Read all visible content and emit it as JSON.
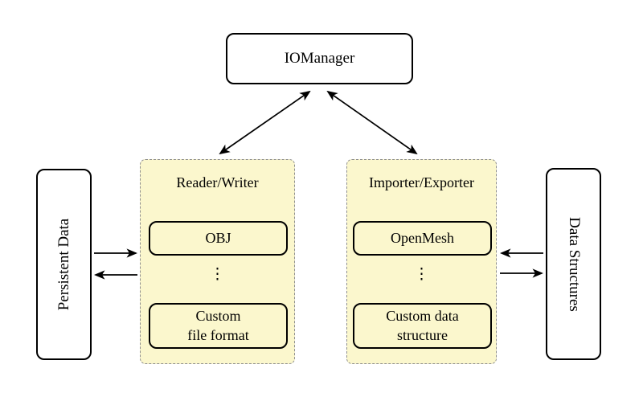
{
  "colors": {
    "panel-fill": "#FBF7CD",
    "panel-border": "#8f8f8f",
    "box-border": "#000000",
    "box-fill": "#ffffff",
    "arrow": "#000000",
    "bg": "#ffffff"
  },
  "diagram": {
    "iomanager": {
      "label": "IOManager"
    },
    "reader_writer": {
      "title": "Reader/Writer",
      "dots": "⋮",
      "items": [
        {
          "label": "OBJ"
        },
        {
          "label": "Custom\nfile format"
        }
      ]
    },
    "importer_exporter": {
      "title": "Importer/Exporter",
      "dots": "⋮",
      "items": [
        {
          "label": "OpenMesh"
        },
        {
          "label": "Custom data\nstructure"
        }
      ]
    },
    "persistent_data": {
      "label": "Persistent Data"
    },
    "data_structures": {
      "label": "Data Structures"
    },
    "connections": [
      {
        "from": "IOManager",
        "to": "Reader/Writer",
        "type": "bidirectional"
      },
      {
        "from": "IOManager",
        "to": "Importer/Exporter",
        "type": "bidirectional"
      },
      {
        "from": "Persistent Data",
        "to": "Reader/Writer",
        "type": "one-way"
      },
      {
        "from": "Reader/Writer",
        "to": "Persistent Data",
        "type": "one-way"
      },
      {
        "from": "Data Structures",
        "to": "Importer/Exporter",
        "type": "one-way"
      },
      {
        "from": "Importer/Exporter",
        "to": "Data Structures",
        "type": "one-way"
      }
    ]
  }
}
